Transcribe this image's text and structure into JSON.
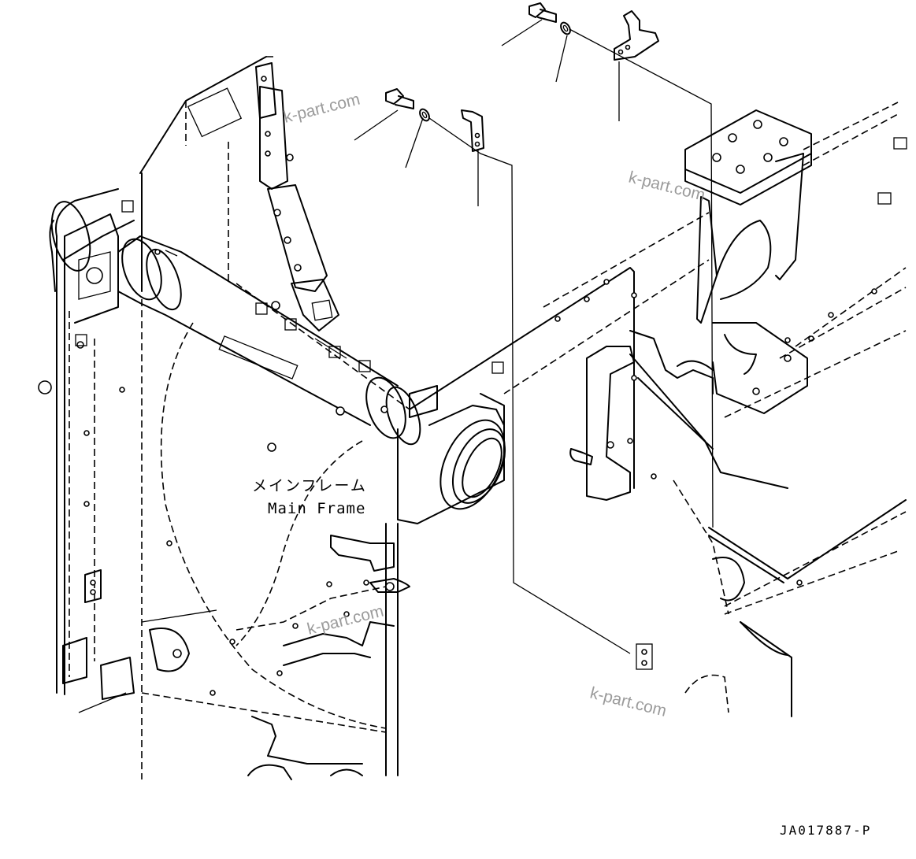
{
  "callout": {
    "label_jp": "メインフレーム",
    "label_en": "Main Frame"
  },
  "watermarks": [
    "k-part.com",
    "k-part.com",
    "k-part.com",
    "k-part.com"
  ],
  "drawing_ref": "JA017887-P",
  "parts": [
    {
      "icon": "bolt-icon",
      "group": "upper"
    },
    {
      "icon": "washer-icon",
      "group": "upper"
    },
    {
      "icon": "bracket-icon",
      "group": "upper"
    },
    {
      "icon": "bolt-icon",
      "group": "lower"
    },
    {
      "icon": "washer-icon",
      "group": "lower"
    },
    {
      "icon": "bracket-icon",
      "group": "lower"
    }
  ]
}
